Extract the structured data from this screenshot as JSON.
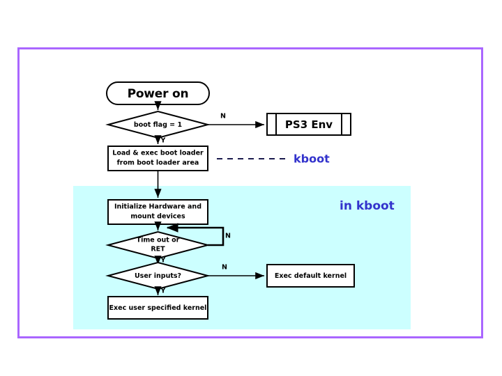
{
  "slide": {
    "frame_color": "#aa66ff",
    "background": "#ffffff",
    "region_color": "#ccffff",
    "accent_text_color": "#3333cc"
  },
  "diagram": {
    "type": "flowchart",
    "title_node": "Power on",
    "nodes": [
      {
        "id": "power-on",
        "shape": "terminator",
        "label": "Power on"
      },
      {
        "id": "boot-flag",
        "shape": "decision",
        "label": "boot flag = 1"
      },
      {
        "id": "ps3-env",
        "shape": "predefined-process",
        "label": "PS3 Env"
      },
      {
        "id": "load-boot-loader",
        "shape": "process",
        "label_line1": "Load & exec boot loader",
        "label_line2": "from boot loader area"
      },
      {
        "id": "init-hardware",
        "shape": "process",
        "label_line1": "Initialize Hardware and",
        "label_line2": "mount devices"
      },
      {
        "id": "timeout-ret",
        "shape": "decision",
        "label_line1": "Time out or",
        "label_line2": "RET"
      },
      {
        "id": "user-inputs",
        "shape": "decision",
        "label": "User inputs?"
      },
      {
        "id": "exec-default",
        "shape": "process",
        "label": "Exec default kernel"
      },
      {
        "id": "exec-user",
        "shape": "process",
        "label": "Exec user specified kernel"
      }
    ],
    "edge_labels": {
      "boot_flag_no": "N",
      "boot_flag_yes": "Y",
      "timeout_no": "N",
      "timeout_yes": "Y",
      "user_inputs_no": "N",
      "user_inputs_yes": "Y"
    },
    "annotations": [
      {
        "id": "kboot-callout",
        "label": "kboot",
        "style": "dashed-leader"
      },
      {
        "id": "in-kboot-callout",
        "label": "in kboot",
        "style": "region-label"
      }
    ]
  }
}
